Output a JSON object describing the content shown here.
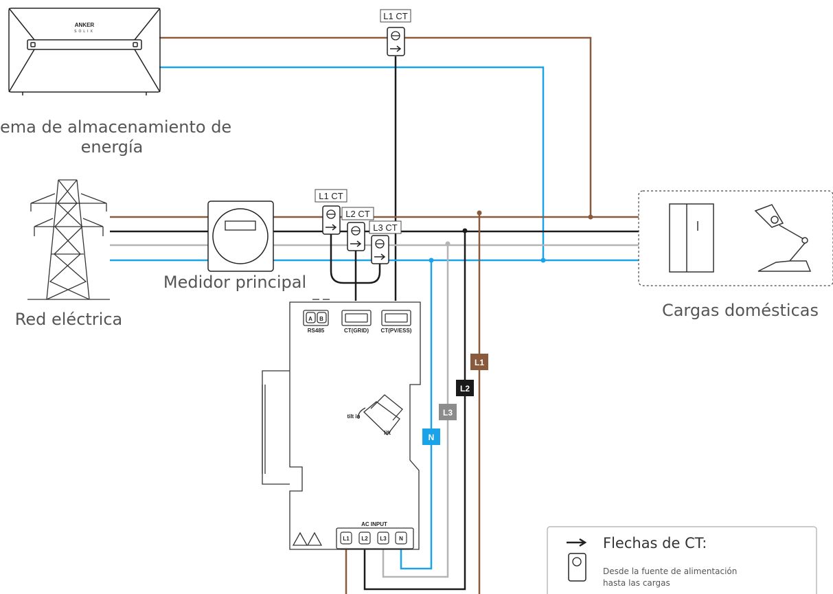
{
  "colors": {
    "L1": "#8a5a3c",
    "L2": "#1a1a1a",
    "L3": "#b4b4b4",
    "N": "#1aa3e8",
    "L3_tag": "#8c8c8c"
  },
  "labels": {
    "storage": [
      "ema de almacenamiento de",
      "energía"
    ],
    "meter": "Medidor principal",
    "grid": "Red eléctrica",
    "loads": "Cargas domésticas"
  },
  "device": {
    "brand": "ANKER",
    "brand_sub": "SOLIX",
    "rs485": "RS485",
    "ct_grid": "CT(GRID)",
    "ct_pv": "CT(PV/ESS)",
    "ac_input": "AC INPUT",
    "terminals": [
      "L1",
      "L2",
      "L3",
      "N"
    ],
    "port_a": "A",
    "port_b": "B",
    "tilt_in": "tilt in",
    "lift": "lift"
  },
  "ct": {
    "top": "L1 CT",
    "l1": "L1 CT",
    "l2": "L2 CT",
    "l3": "L3 CT"
  },
  "tags": {
    "L1": "L1",
    "L2": "L2",
    "L3": "L3",
    "N": "N"
  },
  "legend": {
    "title": "Flechas de CT:",
    "desc_line1": "Desde la fuente de alimentación",
    "desc_line2": "hasta las cargas"
  }
}
